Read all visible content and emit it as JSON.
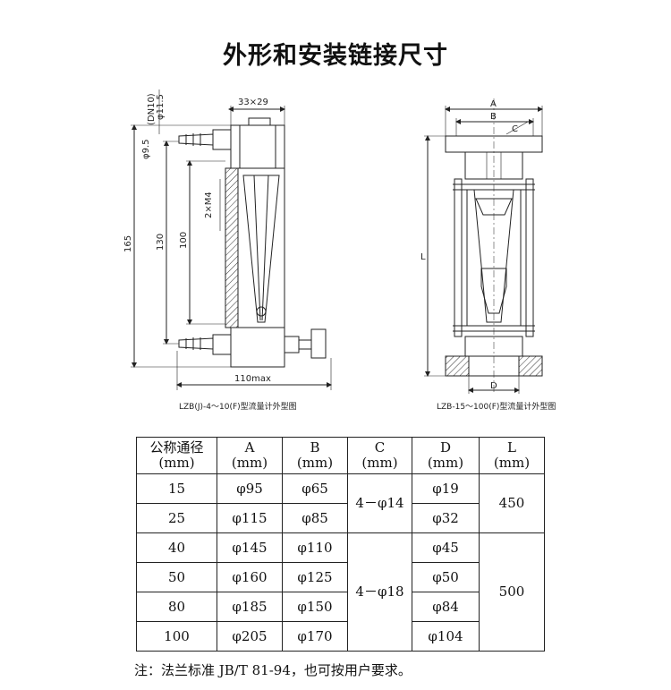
{
  "title": "外形和安装链接尺寸",
  "left_drawing": {
    "caption": "LZB(J)-4～10(F)型流量计外型图",
    "dims": {
      "body": "33×29",
      "dn": "(DN10)",
      "phi": "φ11.5",
      "phi95": "φ9.5",
      "thread": "2×M4",
      "h165": "165",
      "h130": "130",
      "h100": "100",
      "w110": "110max"
    }
  },
  "right_drawing": {
    "caption": "LZB-15～100(F)型流量计外型图",
    "labels": {
      "A": "A",
      "B": "B",
      "C": "C",
      "D": "D",
      "L": "L"
    }
  },
  "table": {
    "headers": [
      {
        "name": "公称通径",
        "unit": "(mm)"
      },
      {
        "name": "A",
        "unit": "(mm)"
      },
      {
        "name": "B",
        "unit": "(mm)"
      },
      {
        "name": "C",
        "unit": "(mm)"
      },
      {
        "name": "D",
        "unit": "(mm)"
      },
      {
        "name": "L",
        "unit": "(mm)"
      }
    ],
    "rows": [
      {
        "dn": "15",
        "a": "φ95",
        "b": "φ65",
        "d": "φ19"
      },
      {
        "dn": "25",
        "a": "φ115",
        "b": "φ85",
        "d": "φ32"
      },
      {
        "dn": "40",
        "a": "φ145",
        "b": "φ110",
        "d": "φ45"
      },
      {
        "dn": "50",
        "a": "φ160",
        "b": "φ125",
        "d": "φ50"
      },
      {
        "dn": "80",
        "a": "φ185",
        "b": "φ150",
        "d": "φ84"
      },
      {
        "dn": "100",
        "a": "φ205",
        "b": "φ170",
        "d": "φ104"
      }
    ],
    "c_groups": [
      "4－φ14",
      "4－φ18"
    ],
    "l_groups": [
      "450",
      "500"
    ]
  },
  "note": "注：法兰标准 JB/T 81-94，也可按用户要求。"
}
